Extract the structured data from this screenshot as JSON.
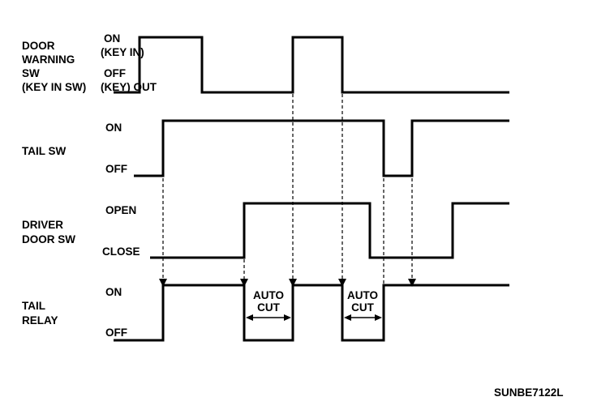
{
  "signals": [
    {
      "id": "door-warning-sw",
      "name_lines": [
        "DOOR",
        "WARNING",
        "SW",
        "(KEY IN SW)"
      ],
      "high_lines": [
        "ON",
        "(KEY IN)"
      ],
      "low_lines": [
        "OFF",
        "(KEY) OUT"
      ]
    },
    {
      "id": "tail-sw",
      "name_lines": [
        "TAIL SW"
      ],
      "high_lines": [
        "ON"
      ],
      "low_lines": [
        "OFF"
      ]
    },
    {
      "id": "driver-door-sw",
      "name_lines": [
        "DRIVER",
        "DOOR SW"
      ],
      "high_lines": [
        "OPEN"
      ],
      "low_lines": [
        "CLOSE"
      ]
    },
    {
      "id": "tail-relay",
      "name_lines": [
        "TAIL",
        "RELAY"
      ],
      "high_lines": [
        "ON"
      ],
      "low_lines": [
        "OFF"
      ]
    }
  ],
  "auto_cut_labels": [
    [
      "AUTO",
      "CUT"
    ],
    [
      "AUTO",
      "CUT"
    ]
  ],
  "figure_code": "SUNBE7122L"
}
